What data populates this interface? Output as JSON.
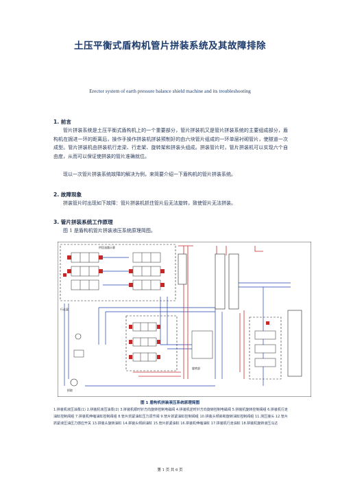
{
  "title": "土压平衡式盾构机管片拼装系统及其故障排除",
  "subtitle": "Erector system of earth pressure balance shield machine and its troubleshooting",
  "sections": [
    {
      "heading": "1. 前言",
      "paragraphs": [
        "管片拼装系统是土压平衡式盾构机上的一个重要部分，管片拼装机又是管片拼装系统的主要组成部分，盾构机在掘进一环的距离后，操作手操作拼装机拼装预制好的由六块管片组成的一环单层衬砌管片，使隧道一次成型。管片拼装机由拼装机行走梁、行走架、旋转架和拼装头组成。拼装管片时，管片拼装机可以实现六个自由度，从而可以保证使拼装的管片准确就位。",
        "现以一次管片拼装系统故障的解决为例，来简要介绍一下盾构机的管片拼装系统。"
      ]
    },
    {
      "heading": "2. 故障现象",
      "paragraphs": [
        "拼装管片时出现如下故障：管片拼装机抓住管片后无法旋转，致使管片无法拼装。"
      ]
    },
    {
      "heading": "3. 管片拼装系统工作原理",
      "paragraphs": [
        "图 1 是盾构机管片拼装液压系统原理简图。"
      ]
    }
  ],
  "figure": {
    "caption": "图 1 盾构机拼装液压系统原理简图",
    "labels": {
      "walk_beam": "行走梁",
      "rotate_unit": "旋转部",
      "top_label": "供回油路示意",
      "grab": "抓取"
    },
    "legend": "1.拼装机液压油泵(1) 2.拼装机液压油泵(2) 3.拼装机顺时针方向旋转控制电磁阀 4.拼装机逆时针方向旋转控制电磁阀 5.拼装机旋转控制阀组 6.拼装机行走油缸控制阀组 7.拼装机伸缩油缸控制阀组 8.管片抓紧油缸压力调节阀 9.管片抓紧油缸控制阀组 10.拼装头倾斜和旋转油缸控制阀组 11.测压接头 12.管片抓紧液压油压力感应开关 13.拼装头旋转油缸 14.拼装头倾斜油缸 15.管片抓紧油缸 16.拼装机伸缩油缸 17.拼装机行走油缸 18.拼装机旋转液压马达"
  },
  "footer": "第 1 页 共 6 页"
}
